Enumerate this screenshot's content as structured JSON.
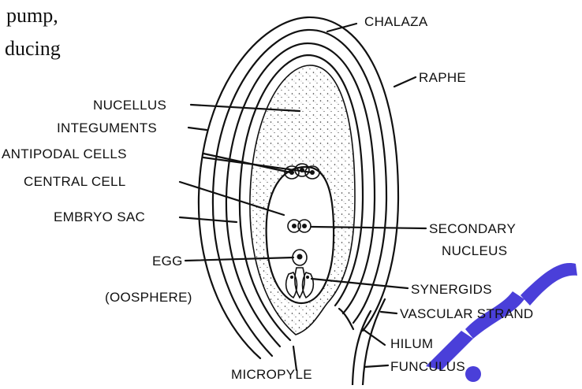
{
  "fragment_text": [
    "pump,",
    "ducing"
  ],
  "labels": {
    "chalaza": "CHALAZA",
    "raphe": "RAPHE",
    "nucellus": "NUCELLUS",
    "integuments": "INTEGUMENTS",
    "antipodal_cells": "ANTIPODAL CELLS",
    "central_cell": "CENTRAL CELL",
    "embryo_sac": "EMBRYO SAC",
    "secondary_nucleus_1": "SECONDARY",
    "secondary_nucleus_2": "NUCLEUS",
    "egg": "EGG",
    "oosphere": "(OOSPHERE)",
    "synergids": "SYNERGIDS",
    "vascular_strand": "VASCULAR STRAND",
    "hilum": "HILUM",
    "micropyle": "MICROPYLE",
    "funculus": "FUNCULUS"
  },
  "watermark_color": "#3b2fd6"
}
